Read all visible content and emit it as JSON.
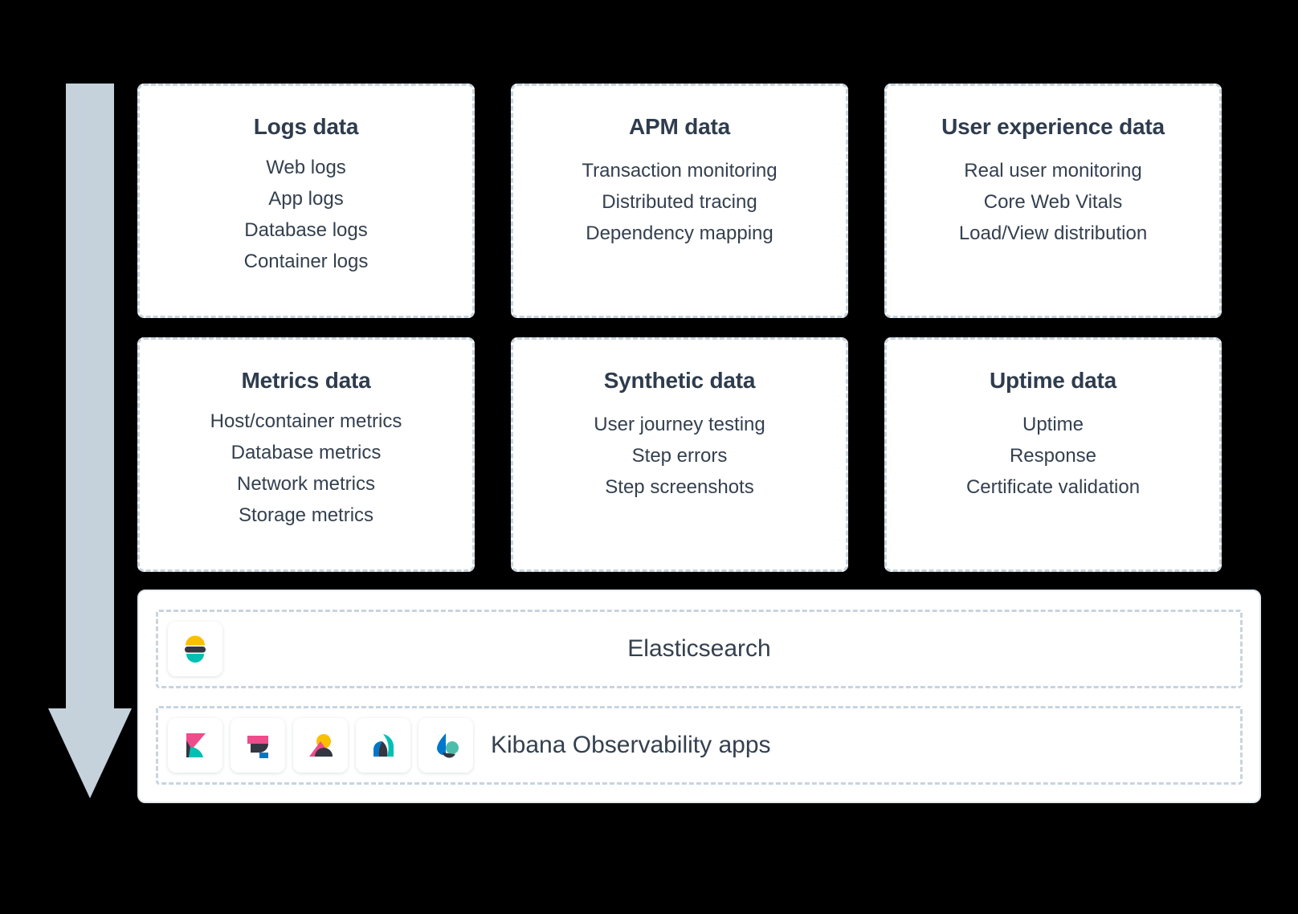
{
  "diagram": {
    "flow_arrow": {
      "name": "data-flow-arrow",
      "direction": "down",
      "color": "#c5d2db"
    },
    "cards": [
      {
        "title": "Logs data",
        "items": [
          "Web logs",
          "App logs",
          "Database logs",
          "Container logs"
        ]
      },
      {
        "title": "APM data",
        "items": [
          "Transaction monitoring",
          "Distributed tracing",
          "Dependency mapping"
        ]
      },
      {
        "title": "User experience data",
        "items": [
          "Real user monitoring",
          "Core Web Vitals",
          "Load/View distribution"
        ]
      },
      {
        "title": "Metrics data",
        "items": [
          "Host/container metrics",
          "Database metrics",
          "Network metrics",
          "Storage metrics"
        ]
      },
      {
        "title": "Synthetic data",
        "items": [
          "User journey testing",
          "Step errors",
          "Step screenshots"
        ]
      },
      {
        "title": "Uptime data",
        "items": [
          "Uptime",
          "Response",
          "Certificate validation"
        ]
      }
    ],
    "stack": {
      "storage_row": {
        "label": "Elasticsearch",
        "icon": "elasticsearch-icon"
      },
      "apps_row": {
        "label": "Kibana Observability apps",
        "icons": [
          "kibana-icon",
          "logs-app-icon",
          "apm-app-icon",
          "uptime-app-icon",
          "synthetics-app-icon"
        ]
      }
    },
    "colors": {
      "card_border": "#c8d4de",
      "text": "#34404f",
      "title": "#2e3c4d",
      "brand_yellow": "#f9c000",
      "brand_teal": "#00bfb3",
      "brand_pink": "#ee4c8b",
      "brand_blue": "#0077cc",
      "brand_dark": "#343741"
    }
  }
}
